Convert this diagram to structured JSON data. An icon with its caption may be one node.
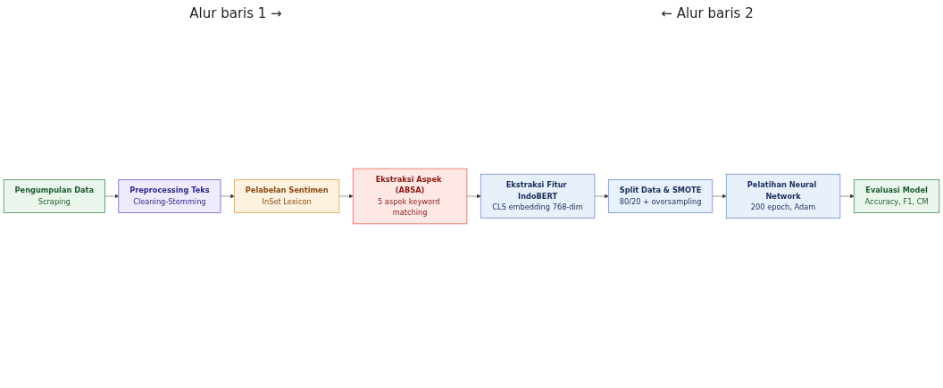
{
  "diagram": {
    "nodes": [
      {
        "text": [
          "Pengumpulan Data",
          "Scraping"
        ]
      },
      {
        "text": [
          "Preprocessing Teks",
          "Cleaning-Stemming"
        ]
      },
      {
        "text": [
          "Pelabelan Sentimen",
          "InSet Lexicon"
        ]
      },
      {
        "text": [
          "Ekstraksi Aspek (ABSA)",
          "5 aspek keyword matching"
        ]
      },
      {
        "text": [
          "Ekstraksi Fitur IndoBERT",
          "CLS embedding 768-dim"
        ]
      },
      {
        "text": [
          "Split Data & SMOTE",
          "80/20 + oversampling"
        ]
      },
      {
        "text": [
          "Pelatihan Neural Network",
          "200 epoch, Adam"
        ]
      },
      {
        "text": [
          "Evaluasi Model",
          "Accuracy, F1, CM"
        ]
      }
    ],
    "edges": [
      {
        "from": 0,
        "to": 1,
        "arrow": "to"
      },
      {
        "from": 1,
        "to": 2,
        "arrow": "to"
      },
      {
        "from": 2,
        "to": 3,
        "arrow": "to"
      },
      {
        "from": 3,
        "to": 4,
        "arrow": "to"
      },
      {
        "from": 4,
        "to": 5,
        "arrow": "to"
      },
      {
        "from": 5,
        "to": 6,
        "arrow": "to"
      },
      {
        "from": 6,
        "to": 7,
        "arrow": "to"
      }
    ],
    "labels": [
      "Alur baris 1 →",
      "← Alur baris 2"
    ]
  }
}
